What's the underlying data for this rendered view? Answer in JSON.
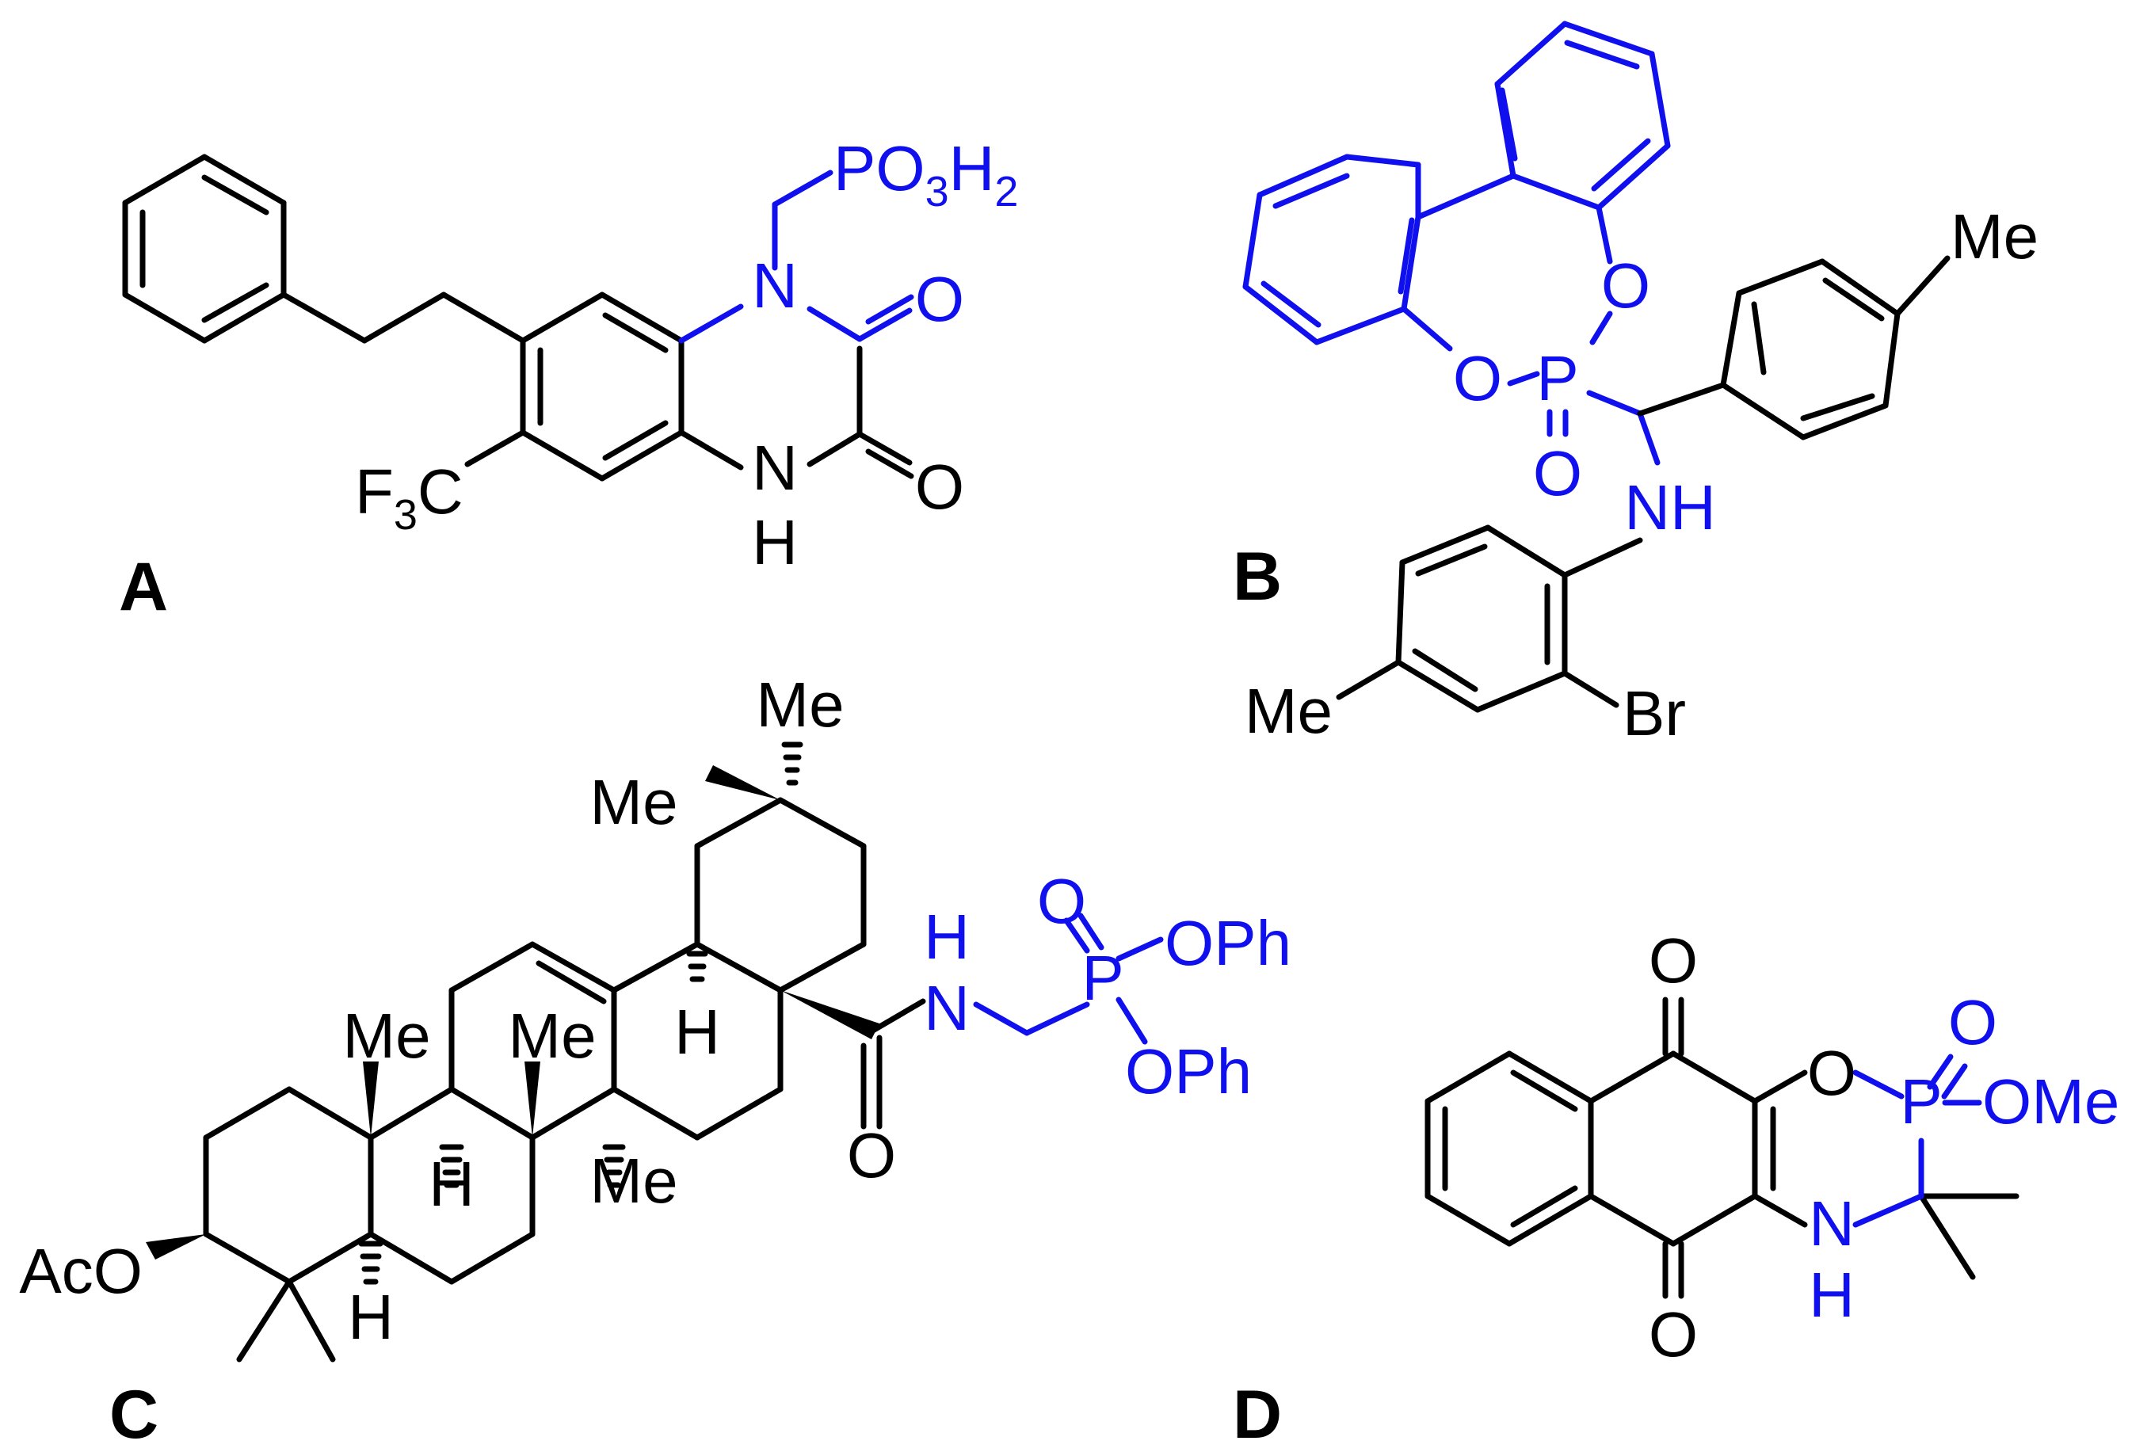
{
  "colors": {
    "black": "#000000",
    "blue": "#1010ee"
  },
  "compounds": {
    "A": {
      "caption": "A",
      "labels": {
        "n1": "N",
        "o1": "O",
        "o2": "O",
        "nh_n": "N",
        "nh_h": "H",
        "p": "PO",
        "p_o_sub": "3",
        "h": "H",
        "h_sub": "2",
        "f": "F",
        "f_sub": "3",
        "c": "C"
      }
    },
    "B": {
      "caption": "B",
      "labels": {
        "o_top": "O",
        "o_left": "O",
        "p": "P",
        "o_dbl": "O",
        "nh": "NH",
        "me_top": "Me",
        "me_bot": "Me",
        "br": "Br"
      }
    },
    "C": {
      "caption": "C",
      "labels": {
        "me_top": "Me",
        "me_iso": "Me",
        "me_a": "Me",
        "me_b": "Me",
        "me_c": "Me",
        "h1": "H",
        "h2": "H",
        "h3": "H",
        "aco": "AcO",
        "amide_o": "O",
        "nh_h": "H",
        "nh_n": "N",
        "p": "P",
        "p_o": "O",
        "oph1": "OPh",
        "oph2": "OPh"
      }
    },
    "D": {
      "caption": "D",
      "labels": {
        "o_top": "O",
        "o_bot": "O",
        "o_ring": "O",
        "p": "P",
        "p_o": "O",
        "ome": "OMe",
        "nh_n": "N",
        "nh_h": "H"
      }
    }
  }
}
